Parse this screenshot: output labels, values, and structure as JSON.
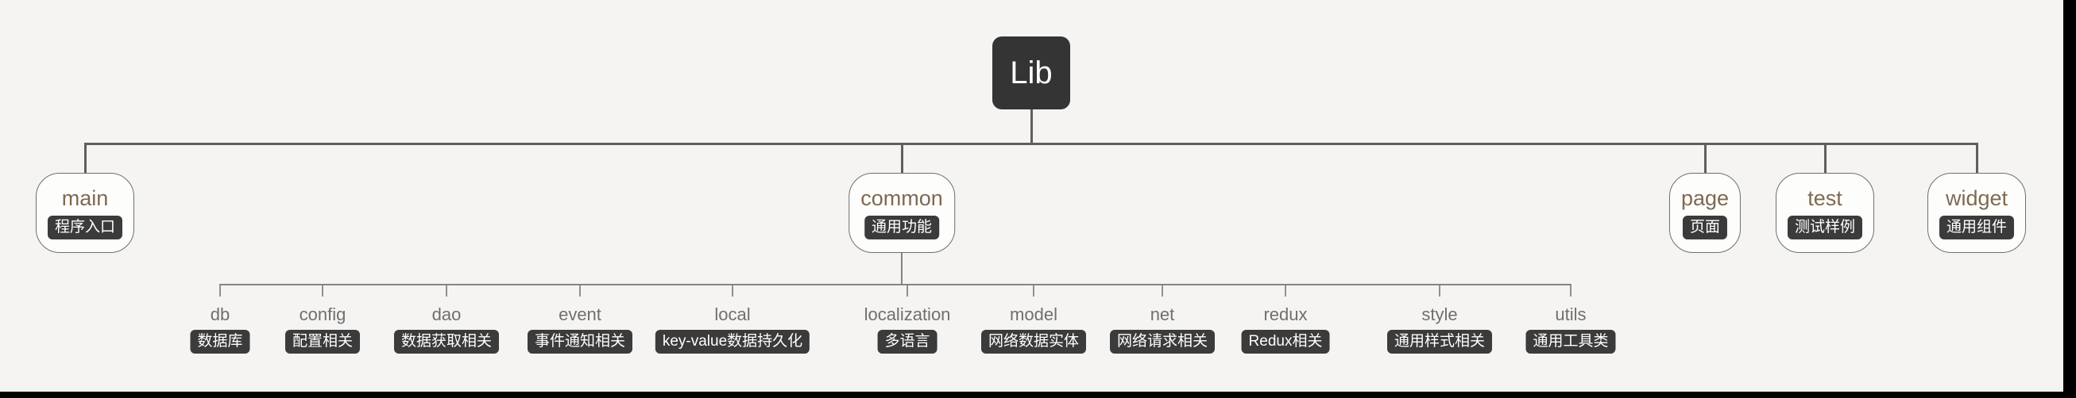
{
  "canvas": {
    "background": "#f5f4f2",
    "edge_strip_color": "#000000"
  },
  "colors": {
    "root_bg": "#343434",
    "root_text": "#ffffff",
    "node_bg": "#fdfdfc",
    "node_border": "#6f6f6f",
    "node_title": "#7e6a51",
    "badge_bg": "#3b3b3b",
    "badge_text": "#ffffff",
    "l3_label": "#6f6f6f",
    "connector_dark": "#5f5f5f",
    "connector_light": "#848484"
  },
  "tree": {
    "root": {
      "label": "Lib"
    },
    "children": [
      {
        "label": "main",
        "badge": "程序入口"
      },
      {
        "label": "common",
        "badge": "通用功能"
      },
      {
        "label": "page",
        "badge": "页面"
      },
      {
        "label": "test",
        "badge": "测试样例"
      },
      {
        "label": "widget",
        "badge": "通用组件"
      }
    ],
    "common_children": [
      {
        "label": "db",
        "badge": "数据库"
      },
      {
        "label": "config",
        "badge": "配置相关"
      },
      {
        "label": "dao",
        "badge": "数据获取相关"
      },
      {
        "label": "event",
        "badge": "事件通知相关"
      },
      {
        "label": "local",
        "badge": "key-value数据持久化"
      },
      {
        "label": "localization",
        "badge": "多语言"
      },
      {
        "label": "model",
        "badge": "网络数据实体"
      },
      {
        "label": "net",
        "badge": "网络请求相关"
      },
      {
        "label": "redux",
        "badge": "Redux相关"
      },
      {
        "label": "style",
        "badge": "通用样式相关"
      },
      {
        "label": "utils",
        "badge": "通用工具类"
      }
    ]
  }
}
